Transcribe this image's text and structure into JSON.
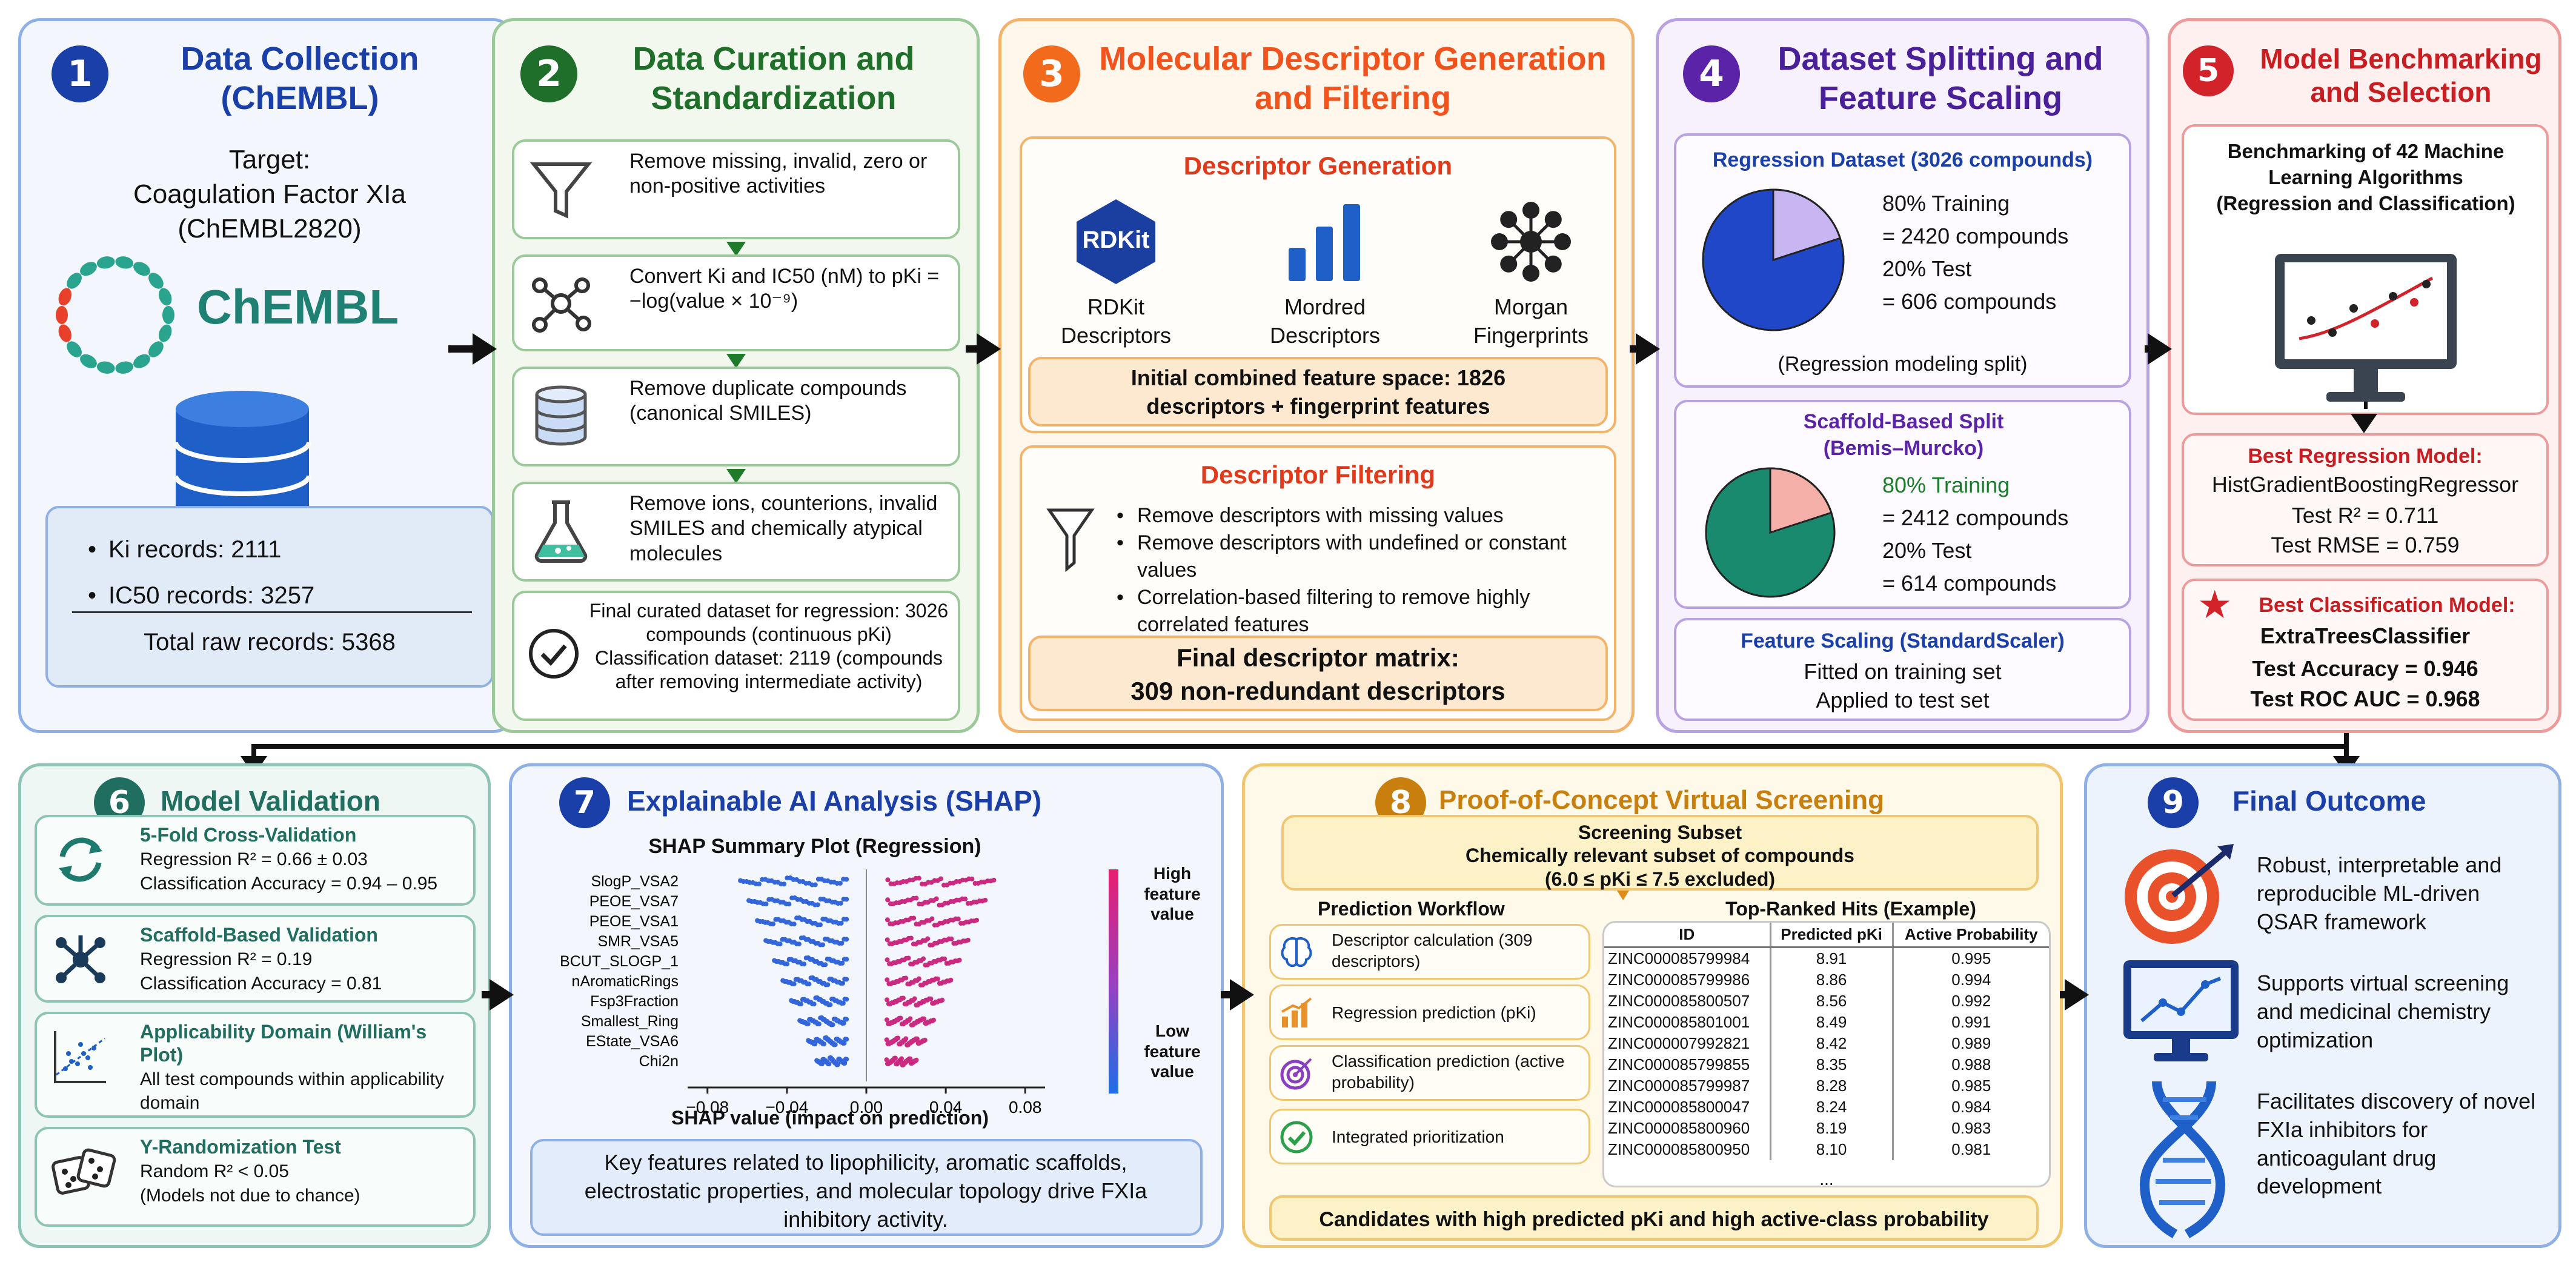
{
  "p1": {
    "num": "1",
    "title": "Data Collection (ChEMBL)",
    "target_lines": [
      "Target:",
      "Coagulation Factor XIa",
      "(ChEMBL2820)"
    ],
    "logo_text": "ChEMBL",
    "records": [
      "Ki records: 2111",
      "IC50 records: 3257"
    ],
    "total": "Total raw records: 5368"
  },
  "p2": {
    "num": "2",
    "title": "Data Curation and Standardization",
    "steps": [
      "Remove missing, invalid, zero or non-positive activities",
      "Convert Ki and IC50 (nM) to pKi = −log(value × 10⁻⁹)",
      "Remove duplicate compounds (canonical SMILES)",
      "Remove ions, counterions, invalid SMILES and chemically atypical molecules"
    ],
    "final": "Final curated dataset for regression: 3026 compounds (continuous pKi) Classification dataset: 2119 (compounds after removing intermediate activity)"
  },
  "p3": {
    "num": "3",
    "title": "Molecular Descriptor Generation and Filtering",
    "gen_title": "Descriptor Generation",
    "rdkit_logo": "RDKit",
    "tools": [
      "RDKit Descriptors",
      "Mordred Descriptors",
      "Morgan Fingerprints"
    ],
    "combined": "Initial combined feature space: 1826 descriptors + fingerprint features",
    "filter_title": "Descriptor Filtering",
    "filters": [
      "Remove descriptors with missing values",
      "Remove descriptors with undefined or constant values",
      "Correlation-based filtering to remove highly correlated features"
    ],
    "final_lines": [
      "Final descriptor matrix:",
      "309 non-redundant descriptors"
    ]
  },
  "p4": {
    "num": "4",
    "title": "Dataset Splitting and Feature Scaling",
    "reg_title": "Regression Dataset (3026 compounds)",
    "reg_lines": [
      "80% Training",
      "= 2420 compounds",
      "20% Test",
      "= 606 compounds"
    ],
    "reg_note": "(Regression modeling split)",
    "scaf_title": "Scaffold-Based Split (Bemis–Murcko)",
    "scaf_lines": [
      "80% Training",
      "= 2412 compounds",
      "20% Test",
      "= 614 compounds"
    ],
    "scale_title": "Feature Scaling (StandardScaler)",
    "scale_lines": [
      "Fitted on training set",
      "Applied to test set"
    ],
    "pie_train": 0.8,
    "pie_colors": {
      "reg_train": "#1f47c8",
      "reg_test": "#c8b6f2",
      "scaf_train": "#1a8a6e",
      "scaf_test": "#f4b0a8"
    }
  },
  "p5": {
    "num": "5",
    "title": "Model Benchmarking and Selection",
    "bench": "Benchmarking of 42 Machine Learning Algorithms (Regression and Classification)",
    "reg_title": "Best Regression Model:",
    "reg_model": "HistGradientBoostingRegressor",
    "reg_metrics": [
      "Test R² = 0.711",
      "Test RMSE = 0.759"
    ],
    "cls_title": "Best Classification Model:",
    "cls_model": "ExtraTreesClassifier",
    "cls_metrics": [
      "Test Accuracy = 0.946",
      "Test ROC AUC = 0.968"
    ]
  },
  "p6": {
    "num": "6",
    "title": "Model Validation",
    "items": [
      {
        "title": "5-Fold Cross-Validation",
        "lines": [
          "Regression R² = 0.66 ± 0.03",
          "Classification Accuracy = 0.94 – 0.95"
        ],
        "icon": "refresh-icon"
      },
      {
        "title": "Scaffold-Based Validation",
        "lines": [
          "Regression R² = 0.19",
          "Classification Accuracy = 0.81"
        ],
        "icon": "scaffold-icon"
      },
      {
        "title": "Applicability Domain (William's Plot)",
        "lines": [
          "All test compounds within applicability domain"
        ],
        "icon": "scatter-icon"
      },
      {
        "title": "Y-Randomization Test",
        "lines": [
          "Random R² < 0.05",
          "(Models not due to chance)"
        ],
        "icon": "dice-icon"
      }
    ]
  },
  "p7": {
    "num": "7",
    "title": "Explainable AI Analysis (SHAP)",
    "plot_title": "SHAP Summary Plot (Regression)",
    "features": [
      "SlogP_VSA2",
      "PEOE_VSA7",
      "PEOE_VSA1",
      "SMR_VSA5",
      "BCUT_SLOGP_1",
      "nAromaticRings",
      "Fsp3Fraction",
      "Smallest_Ring",
      "EState_VSA6",
      "Chi2n"
    ],
    "x_ticks": [
      "−0.08",
      "−0.04",
      "0.00",
      "0.04",
      "0.08"
    ],
    "x_label": "SHAP value (impact on prediction)",
    "cbar_high": "High feature value",
    "cbar_low": "Low feature value",
    "summary": "Key features related to lipophilicity, aromatic scaffolds, electrostatic properties, and molecular topology drive FXIa inhibitory activity."
  },
  "p8": {
    "num": "8",
    "title": "Proof-of-Concept Virtual Screening",
    "subset_title": "Screening Subset",
    "subset_lines": [
      "Chemically relevant subset of compounds",
      "(6.0 ≤ pKi ≤ 7.5 excluded)"
    ],
    "wf_title": "Prediction Workflow",
    "workflow": [
      {
        "label": "Descriptor calculation (309 descriptors)",
        "icon": "brain-icon"
      },
      {
        "label": "Regression prediction (pKi)",
        "icon": "bar-chart-icon"
      },
      {
        "label": "Classification prediction (active probability)",
        "icon": "target-icon"
      },
      {
        "label": "Integrated prioritization",
        "icon": "check-icon"
      }
    ],
    "hits_title": "Top-Ranked Hits (Example)",
    "columns": [
      "ID",
      "Predicted pKi",
      "Active Probability"
    ],
    "rows": [
      [
        "ZINC000085799984",
        "8.91",
        "0.995"
      ],
      [
        "ZINC000085799986",
        "8.86",
        "0.994"
      ],
      [
        "ZINC000085800507",
        "8.56",
        "0.992"
      ],
      [
        "ZINC000085801001",
        "8.49",
        "0.991"
      ],
      [
        "ZINC000007992821",
        "8.42",
        "0.989"
      ],
      [
        "ZINC000085799855",
        "8.35",
        "0.988"
      ],
      [
        "ZINC000085799987",
        "8.28",
        "0.985"
      ],
      [
        "ZINC000085800047",
        "8.24",
        "0.984"
      ],
      [
        "ZINC000085800960",
        "8.19",
        "0.983"
      ],
      [
        "ZINC000085800950",
        "8.10",
        "0.981"
      ]
    ],
    "ellipsis": "...",
    "footer": "Candidates with high predicted pKi and high active-class probability"
  },
  "p9": {
    "num": "9",
    "title": "Final Outcome",
    "items": [
      {
        "text": "Robust, interpretable and reproducible ML-driven QSAR framework",
        "icon": "target-arrow-icon"
      },
      {
        "text": "Supports virtual screening and medicinal chemistry optimization",
        "icon": "monitor-chart-icon"
      },
      {
        "text": "Facilitates discovery of novel FXIa inhibitors for anticoagulant drug development",
        "icon": "dna-icon"
      }
    ]
  },
  "colors": {
    "blue": "#1a3fa8",
    "green": "#1f6e2a",
    "orange": "#f26a1b",
    "purple": "#5a23a8",
    "red": "#d3232a",
    "teal": "#1f6e60",
    "gold": "#c97f0e"
  }
}
